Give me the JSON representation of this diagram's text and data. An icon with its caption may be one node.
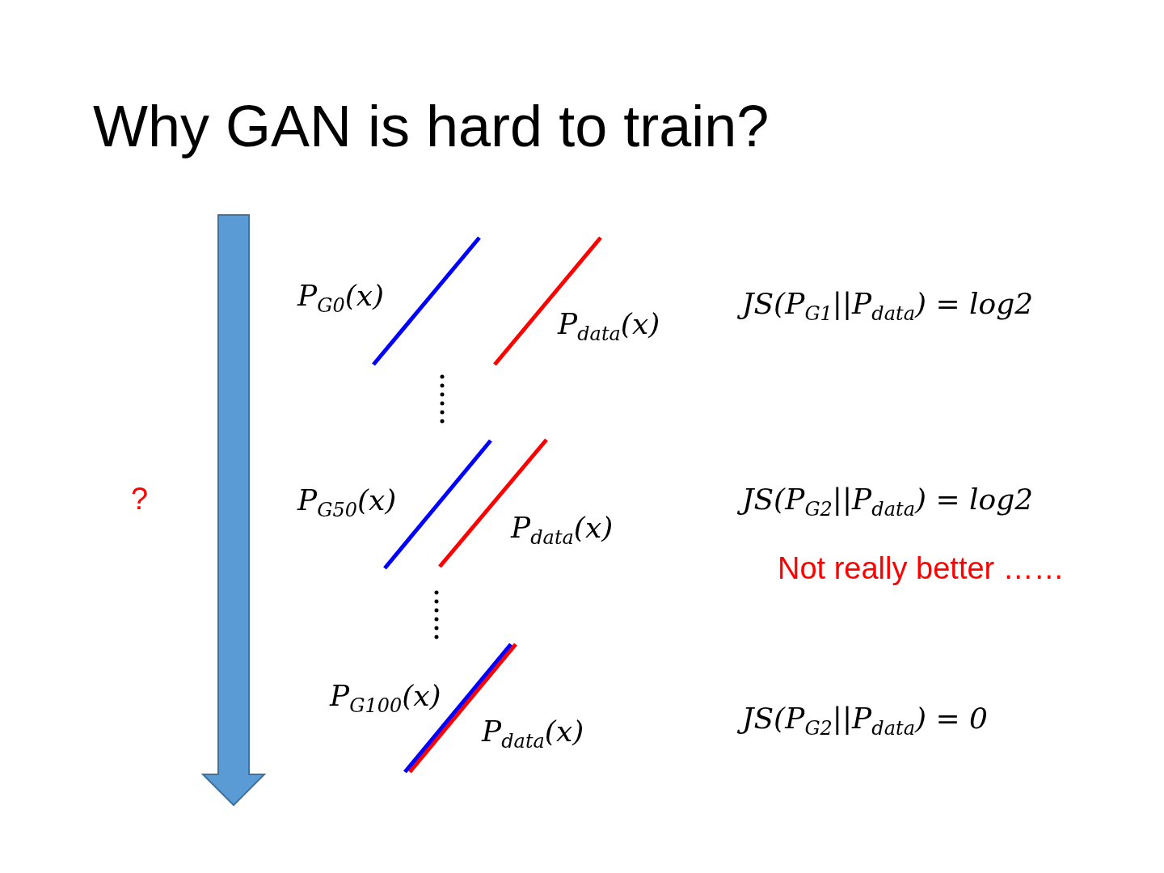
{
  "diagram": {
    "title": "Why GAN is hard to train?",
    "labels": [
      "P$_{G0}$(x)",
      "JS(P$_{G1}$||P$_{data}$) = log2",
      "P$_{data}$(x)",
      "?",
      "P$_{G50}$(x)",
      "JS(P$_{G2}$||P$_{data}$) = log2",
      "P$_{data}$(x)",
      "Not really better ……",
      "P$_{G100}$(x)",
      "P$_{data}$(x)",
      "JS(P$_{G2}$||P$_{data}$) = 0"
    ]
  }
}
